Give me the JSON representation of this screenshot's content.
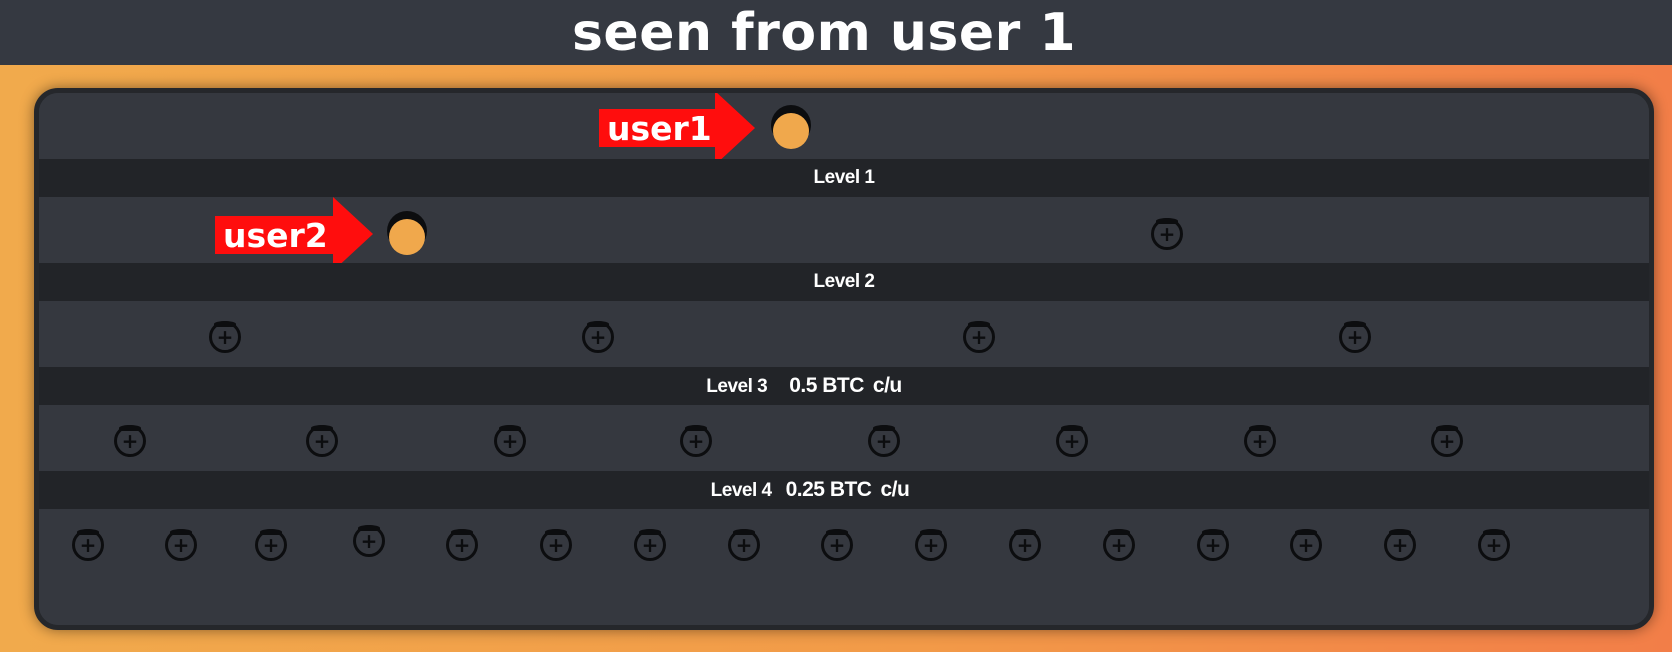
{
  "title": "seen from user 1",
  "levels": [
    {
      "label": "Level 1",
      "price": "",
      "unit": ""
    },
    {
      "label": "Level 2",
      "price": "",
      "unit": ""
    },
    {
      "label": "Level 3",
      "price": "0.5 BTC",
      "unit": "c/u"
    },
    {
      "label": "Level 4",
      "price": "0.25 BTC",
      "unit": "c/u"
    }
  ],
  "markers": {
    "user1": "user1",
    "user2": "user2"
  },
  "slot_symbol": "+",
  "colors": {
    "accent_orange": "#f0a84c",
    "arrow_red": "#ff0d0d",
    "board": "#35383f",
    "band": "#222428"
  }
}
